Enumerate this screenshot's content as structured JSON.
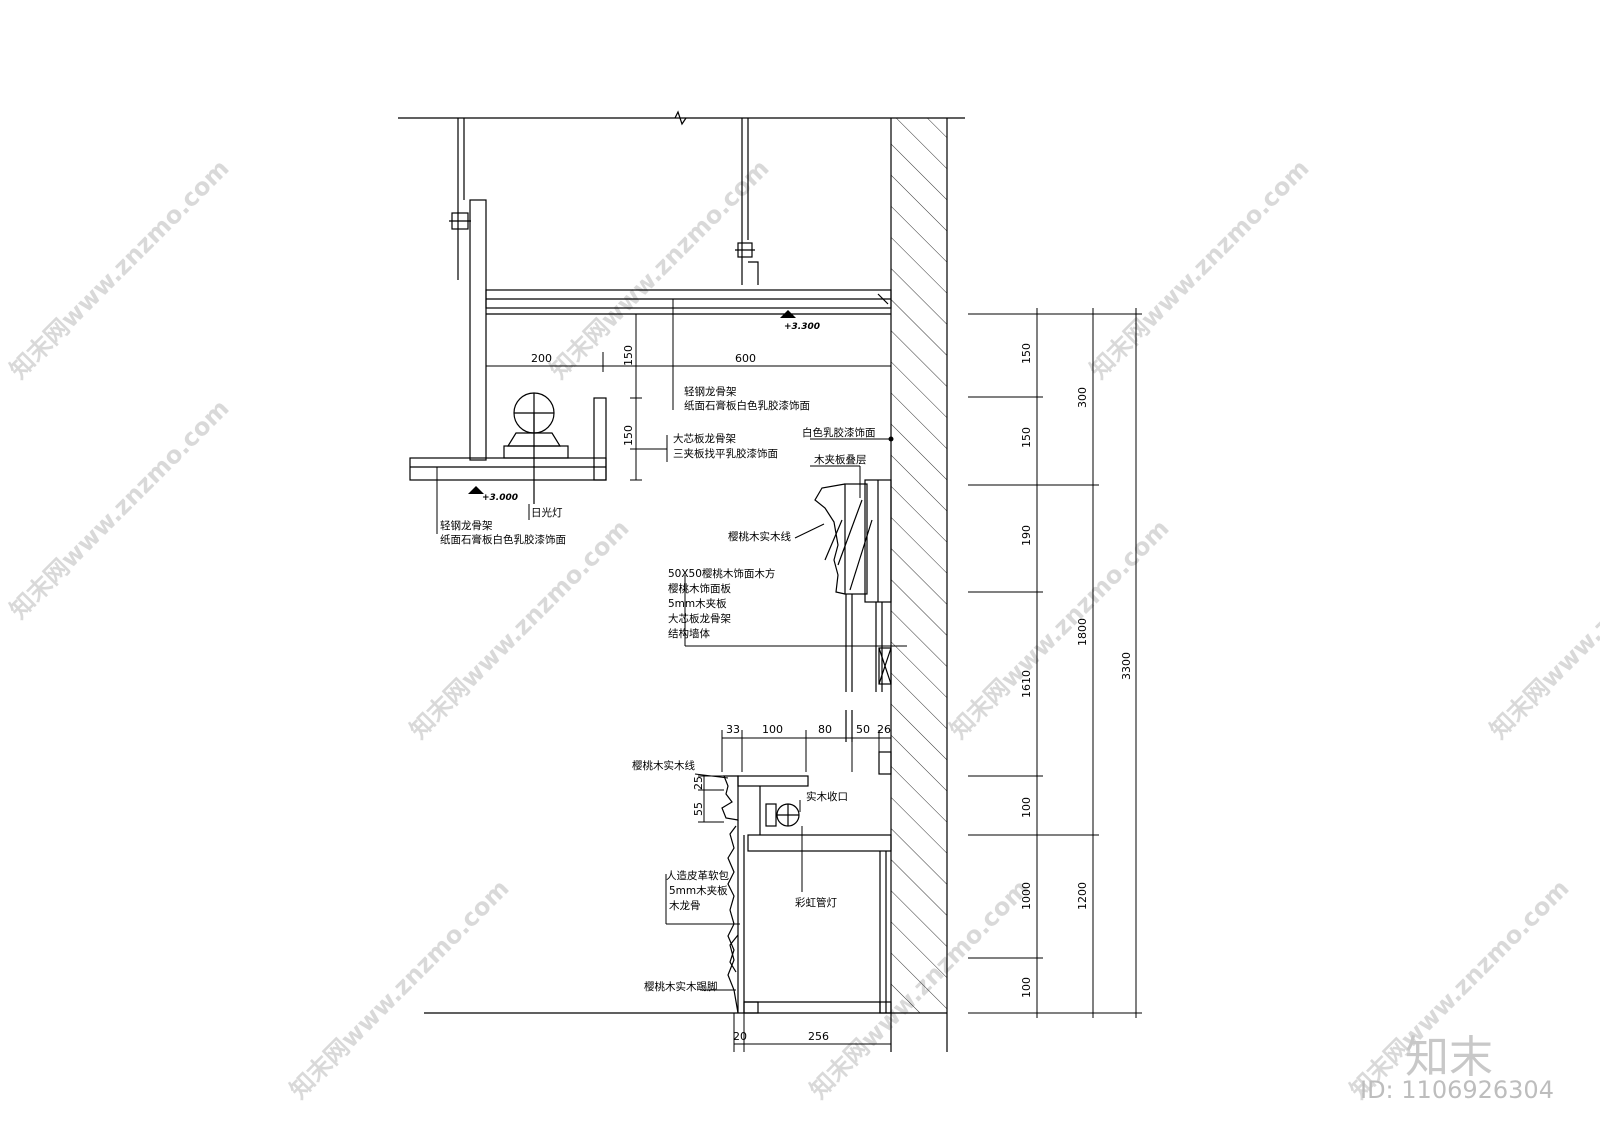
{
  "watermark": {
    "text": "知末网www.znzmo.com",
    "brand": "知末",
    "id_text": "ID: 1106926304"
  },
  "elevations": {
    "ceiling": "+3.300",
    "soffit": "+3.000"
  },
  "dimensions": {
    "top_200": "200",
    "top_600": "600",
    "top_150_a": "150",
    "top_150_b": "150",
    "cap_33": "33",
    "cap_100": "100",
    "cap_80": "80",
    "cap_50": "50",
    "cap_26": "26",
    "cap_25": "25",
    "cap_55": "55",
    "bottom_20": "20",
    "bottom_256": "256",
    "right_150_a": "150",
    "right_150_b": "150",
    "right_190": "190",
    "right_1610": "1610",
    "right_100_a": "100",
    "right_1000": "1000",
    "right_100_b": "100",
    "right_300": "300",
    "right_1800": "1800",
    "right_1200": "1200",
    "total_3300": "3300"
  },
  "labels": {
    "steel_keel_1": "轻钢龙骨架",
    "gypsum_1": "纸面石膏板白色乳胶漆饰面",
    "core_board_keel_1": "大芯板龙骨架",
    "plywood_level": "三夹板找平乳胶漆饰面",
    "fluorescent_lamp": "日光灯",
    "steel_keel_2": "轻钢龙骨架",
    "gypsum_2": "纸面石膏板白色乳胶漆饰面",
    "white_latex": "白色乳胶漆饰面",
    "wood_ply_layer": "木夹板叠层",
    "cherry_molding_1": "樱桃木实木线",
    "wood_square": "50X50樱桃木饰面木方",
    "cherry_panel": "樱桃木饰面板",
    "ply_5mm_1": "5mm木夹板",
    "core_board_keel_2": "大芯板龙骨架",
    "structural_wall": "结构墙体",
    "cherry_molding_2": "樱桃木实木线",
    "solid_wood_edge": "实木收口",
    "leather_wrap": "人造皮革软包",
    "ply_5mm_2": "5mm木夹板",
    "wood_keel": "木龙骨",
    "neon_lamp": "彩虹管灯",
    "cherry_skirting": "樱桃木实木踢脚"
  }
}
